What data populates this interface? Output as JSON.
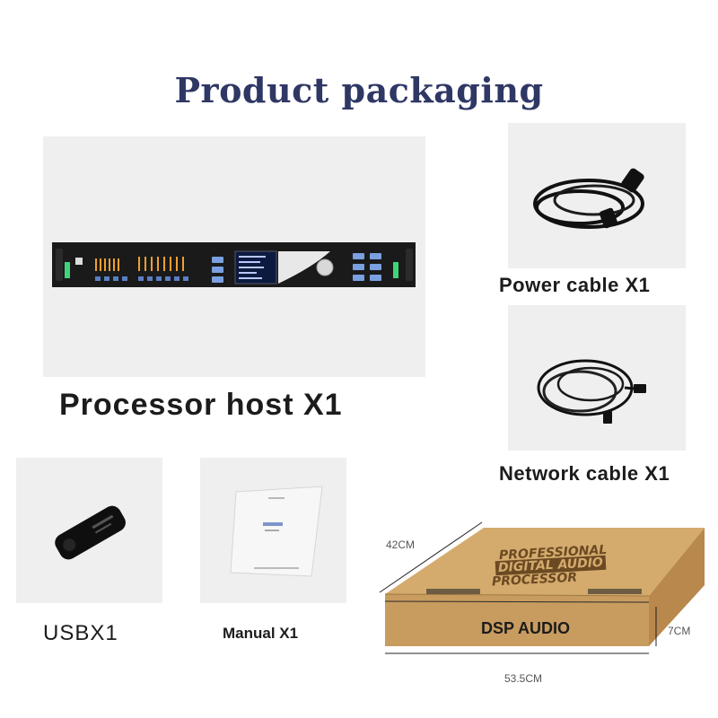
{
  "title": "Product packaging",
  "items": {
    "processor": {
      "label": "Processor host X1"
    },
    "power_cable": {
      "label": "Power cable X1"
    },
    "network_cable": {
      "label": "Network cable X1"
    },
    "usb": {
      "label": "USBX1"
    },
    "manual": {
      "label": "Manual X1"
    }
  },
  "box": {
    "lid_text_1": "PROFESSIONAL",
    "lid_text_2": "DIGITAL AUDIO",
    "lid_text_3": "PROCESSOR",
    "side_text": "DSP AUDIO",
    "depth": "42CM",
    "height": "7CM",
    "width": "53.5CM"
  }
}
